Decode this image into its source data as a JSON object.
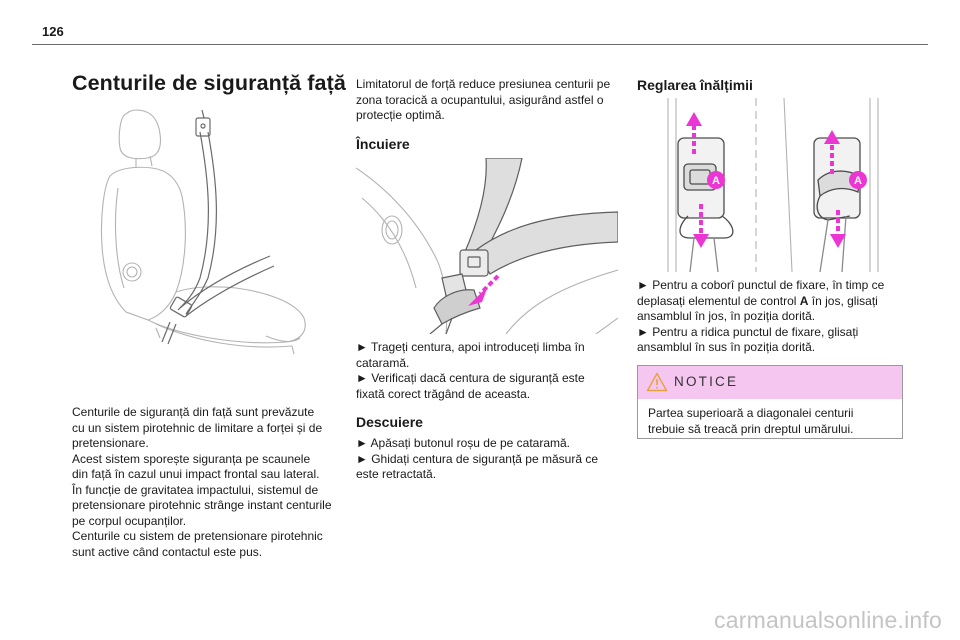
{
  "page": {
    "number": "126"
  },
  "section": {
    "title": "Centurile de siguranță față"
  },
  "col1": {
    "p1": "Centurile de siguranță din față sunt prevăzute",
    "p2": "cu un sistem pirotehnic de limitare a forței și de",
    "p3": "pretensionare.",
    "p4": "Acest sistem sporește siguranța pe scaunele",
    "p5": "din față în cazul unui impact frontal sau lateral.",
    "p6": "În funcție de gravitatea impactului, sistemul de",
    "p7": "pretensionare pirotehnic strânge instant centurile",
    "p8": "pe corpul ocupanților.",
    "p9": "Centurile cu sistem de pretensionare pirotehnic",
    "p10": "sunt active când contactul este pus."
  },
  "col2": {
    "intro1": "Limitatorul de forță reduce presiunea centurii pe",
    "intro2": "zona toracică a ocupantului, asigurând astfel o",
    "intro3": "protecție optimă.",
    "lock_title": "Încuiere",
    "lock1": "► Trageți centura, apoi introduceți limba în",
    "lock2": "cataramă.",
    "lock3": "► Verificați dacă centura de siguranță este",
    "lock4": "fixată corect trăgând de aceasta.",
    "unlock_title": "Descuiere",
    "unlock1": "► Apăsați butonul roșu de pe cataramă.",
    "unlock2": "► Ghidați centura de siguranță pe măsură ce",
    "unlock3": "este retractată."
  },
  "col3": {
    "height_title": "Reglarea înălțimii",
    "marker_a": "A",
    "s1": "► Pentru a coborî punctul de fixare, în timp ce",
    "s2a": "deplasați elementul de control ",
    "s2b": "A",
    "s2c": " în jos, glisați",
    "s3": "ansamblul în jos, în poziția dorită.",
    "s4": "► Pentru a ridica punctul de fixare, glisați",
    "s5": "ansamblul în sus în poziția dorită.",
    "notice_title": "NOTICE",
    "notice1": "Partea superioară a diagonalei centurii",
    "notice2": "trebuie să treacă prin dreptul umărului."
  },
  "colors": {
    "accent": "#ec36d4",
    "notice_bg": "#f5c7f0",
    "warning": "#e8a23a"
  },
  "icons": {
    "notice": "warning-triangle-icon"
  },
  "footer": {
    "watermark": "carmanualsonline.info"
  }
}
